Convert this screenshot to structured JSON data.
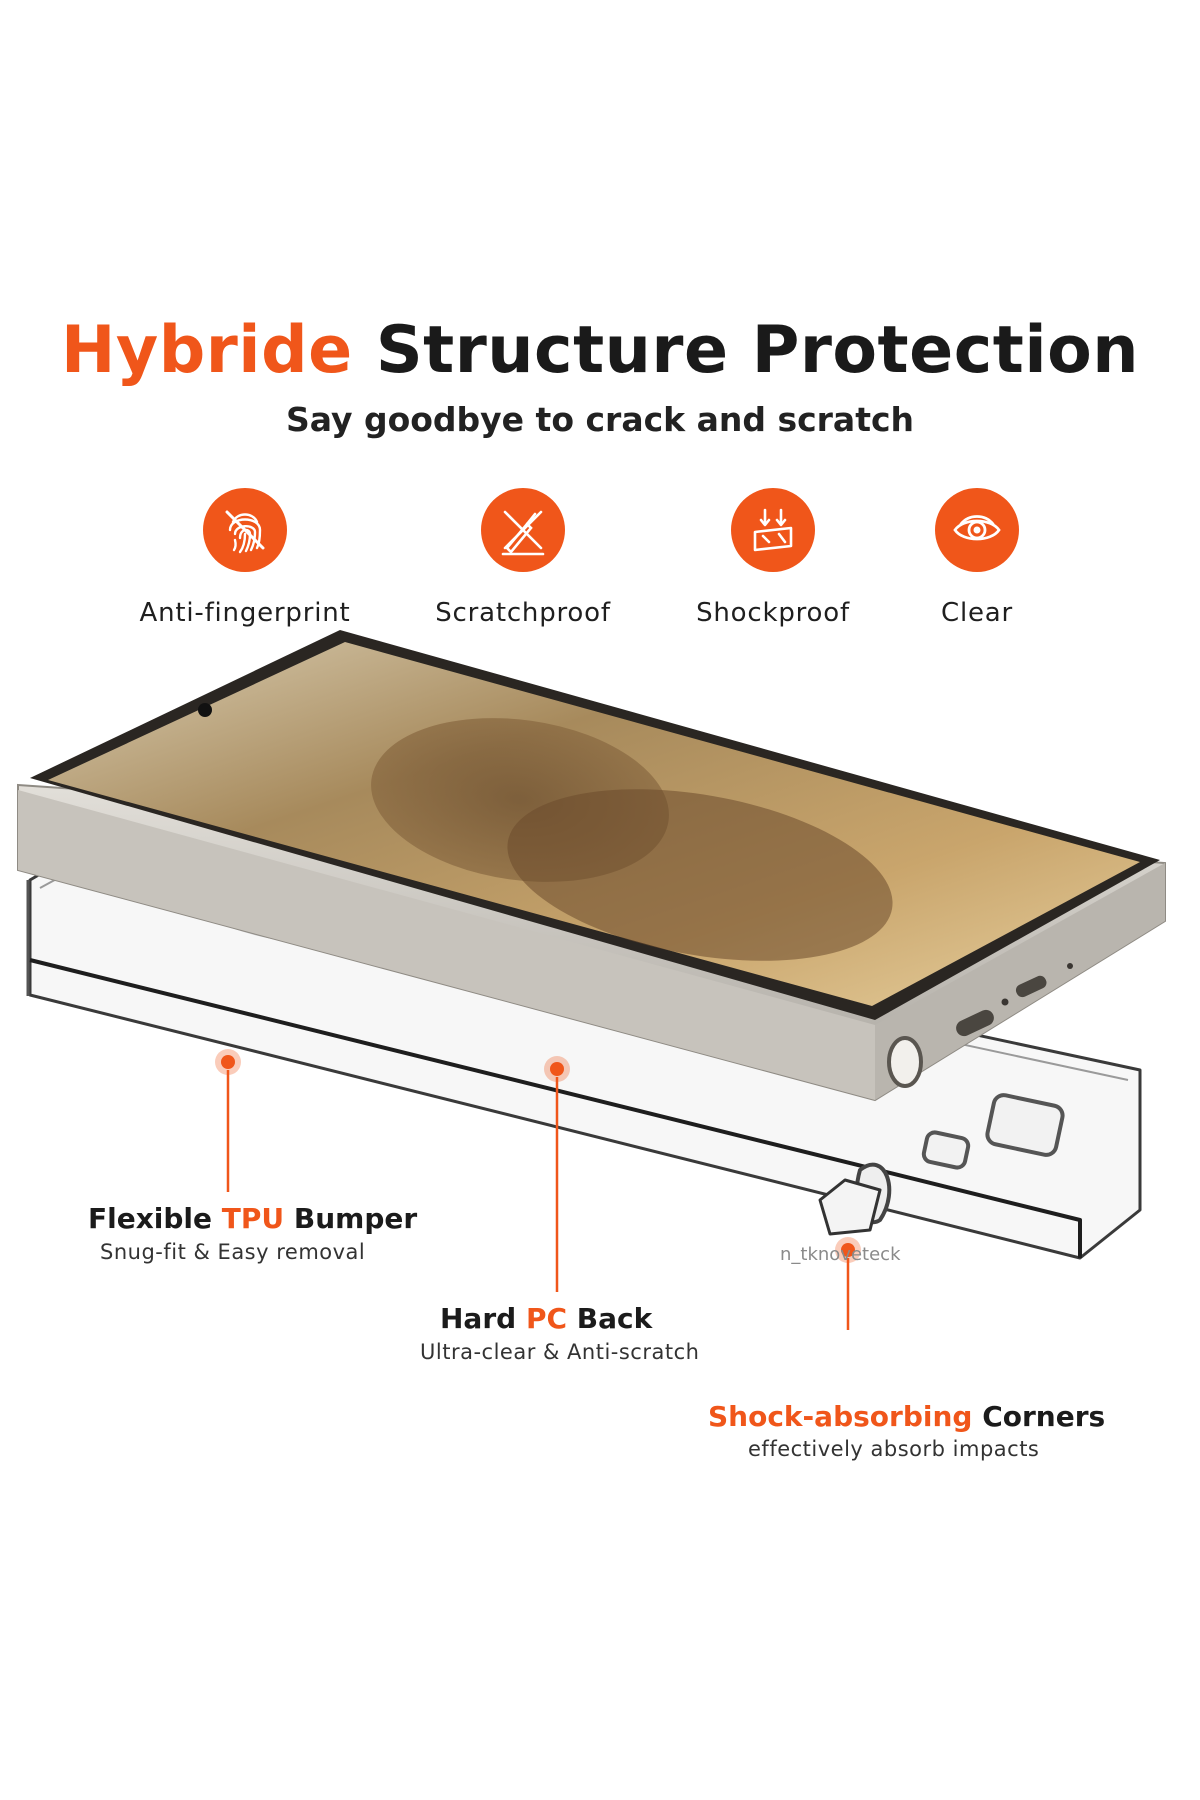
{
  "headline": {
    "accent": "Hybride",
    "rest": "Structure Protection"
  },
  "subheadline": "Say goodbye to crack and scratch",
  "features": [
    {
      "label": "Anti-fingerprint",
      "icon": "fingerprint-crossed-icon"
    },
    {
      "label": "Scratchproof",
      "icon": "scratch-crossed-icon"
    },
    {
      "label": "Shockproof",
      "icon": "shock-arrows-icon"
    },
    {
      "label": "Clear",
      "icon": "eye-icon"
    }
  ],
  "callouts": {
    "bumper": {
      "title_pre": "Flexible",
      "title_accent": "TPU",
      "title_post": "Bumper",
      "subtitle": "Snug-fit & Easy removal"
    },
    "back": {
      "title_pre": "Hard",
      "title_accent": "PC",
      "title_post": "Back",
      "subtitle": "Ultra-clear & Anti-scratch"
    },
    "corners": {
      "title_accent": "Shock-absorbing",
      "title_post": "Corners",
      "subtitle": "effectively absorb impacts"
    }
  },
  "watermark": "n_tknoveteck",
  "colors": {
    "accent": "#f0561a",
    "text": "#1a1a1a",
    "phone_frame": "#cfccc6",
    "screen_warm": "#b08c5e"
  }
}
